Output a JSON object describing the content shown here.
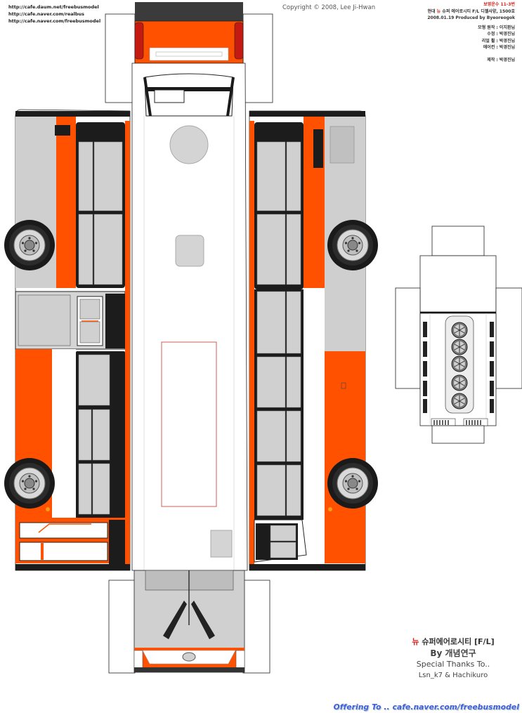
{
  "links": [
    "http://cafe.daum.net/freebusmodel",
    "http://cafe.naver.com/realbus",
    "http://cafe.naver.com/freebusmodel"
  ],
  "copyright": "Copyright © 2008, Lee Ji-Hwan",
  "info": {
    "line1": "보영운수 11-3번",
    "line2_prefix": "현대",
    "line2_red": "뉴",
    "line2_rest": "슈퍼 에어로시티 F/L 디젤사양, 1500호",
    "line3": "2008.01.19 Produced by Byeoreogok",
    "credit_model": "모형 원작 : 이지환님",
    "credit_edit": "수정 : 박경진님",
    "credit_reel": "리얼 휠 : 박경진님",
    "credit_aircon": "에어컨 : 박경진님",
    "credit_made": "제작 : 박경진님"
  },
  "credits": {
    "title_red": "뉴",
    "title_rest": "슈퍼에어로시티 [F/L]",
    "by": "By 개념연구",
    "thanks": "Special Thanks To..",
    "names": "Lsn_k7 & Hachikuro"
  },
  "offering": "Offering To .. cafe.naver.com/freebusmodel",
  "colors": {
    "orange": "#ff5100",
    "gray": "#cfcfcf",
    "dark": "#1c1c1c",
    "white": "#ffffff"
  }
}
